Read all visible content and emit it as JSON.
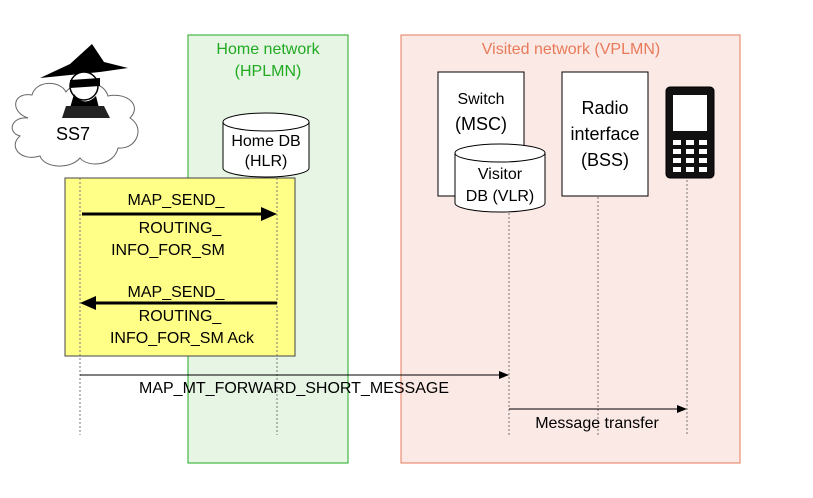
{
  "home_network": {
    "title_line1": "Home network",
    "title_line2": "(HPLMN)",
    "color": "#22aa22",
    "fill": "#e6f5e4",
    "hlr": {
      "line1": "Home DB",
      "line2": "(HLR)"
    }
  },
  "visited_network": {
    "title": "Visited network (VPLMN)",
    "color": "#e87a5a",
    "fill": "#fbe9e6",
    "msc": {
      "line1": "Switch",
      "line2": "(MSC)"
    },
    "vlr": {
      "line1": "Visitor",
      "line2": "DB (VLR)"
    },
    "bss": {
      "line1": "Radio",
      "line2": "interface",
      "line3": "(BSS)"
    }
  },
  "attacker": {
    "label": "SS7",
    "icon": "spy-icon"
  },
  "phone": {
    "icon": "mobile-phone-icon"
  },
  "highlight": {
    "fill": "#ffff88"
  },
  "messages": {
    "sri_request": {
      "line1": "MAP_SEND_",
      "line2": "ROUTING_",
      "line3": "INFO_FOR_SM"
    },
    "sri_ack": {
      "line1": "MAP_SEND_",
      "line2": "ROUTING_",
      "line3": "INFO_FOR_SM Ack"
    },
    "mt_forward": "MAP_MT_FORWARD_SHORT_MESSAGE",
    "transfer": "Message transfer"
  }
}
